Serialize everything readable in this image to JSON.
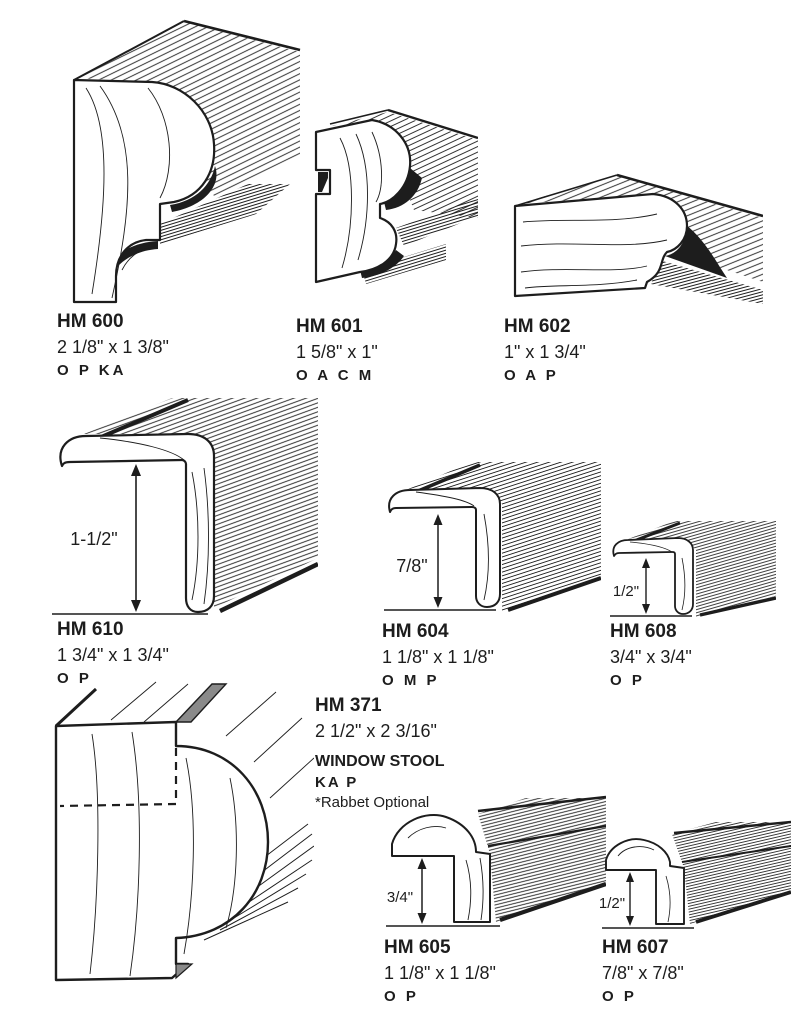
{
  "page": {
    "background": "#ffffff",
    "line_color": "#1d1d1d",
    "accent_gray": "#8a8a8a"
  },
  "products": [
    {
      "id": "hm600",
      "model": "HM 600",
      "size": "2 1/8\" x 1 3/8\"",
      "codes": "O P KA"
    },
    {
      "id": "hm601",
      "model": "HM 601",
      "size": "1 5/8\" x 1\"",
      "codes": "O A C M"
    },
    {
      "id": "hm602",
      "model": "HM 602",
      "size": "1\" x 1 3/4\"",
      "codes": "O A P"
    },
    {
      "id": "hm610",
      "model": "HM 610",
      "size": "1 3/4\" x 1 3/4\"",
      "codes": "O P",
      "dimension": "1-1/2\""
    },
    {
      "id": "hm604",
      "model": "HM 604",
      "size": "1 1/8\" x 1 1/8\"",
      "codes": "O M P",
      "dimension": "7/8\""
    },
    {
      "id": "hm608",
      "model": "HM 608",
      "size": "3/4\" x 3/4\"",
      "codes": "O P",
      "dimension": "1/2\""
    },
    {
      "id": "hm371",
      "model": "HM 371",
      "size": "2 1/2\" x 2 3/16\"",
      "product_name": "WINDOW STOOL",
      "codes": "KA P",
      "note": "*Rabbet Optional"
    },
    {
      "id": "hm605",
      "model": "HM 605",
      "size": "1 1/8\" x 1 1/8\"",
      "codes": "O P",
      "dimension": "3/4\""
    },
    {
      "id": "hm607",
      "model": "HM 607",
      "size": "7/8\" x 7/8\"",
      "codes": "O P",
      "dimension": "1/2\""
    }
  ]
}
